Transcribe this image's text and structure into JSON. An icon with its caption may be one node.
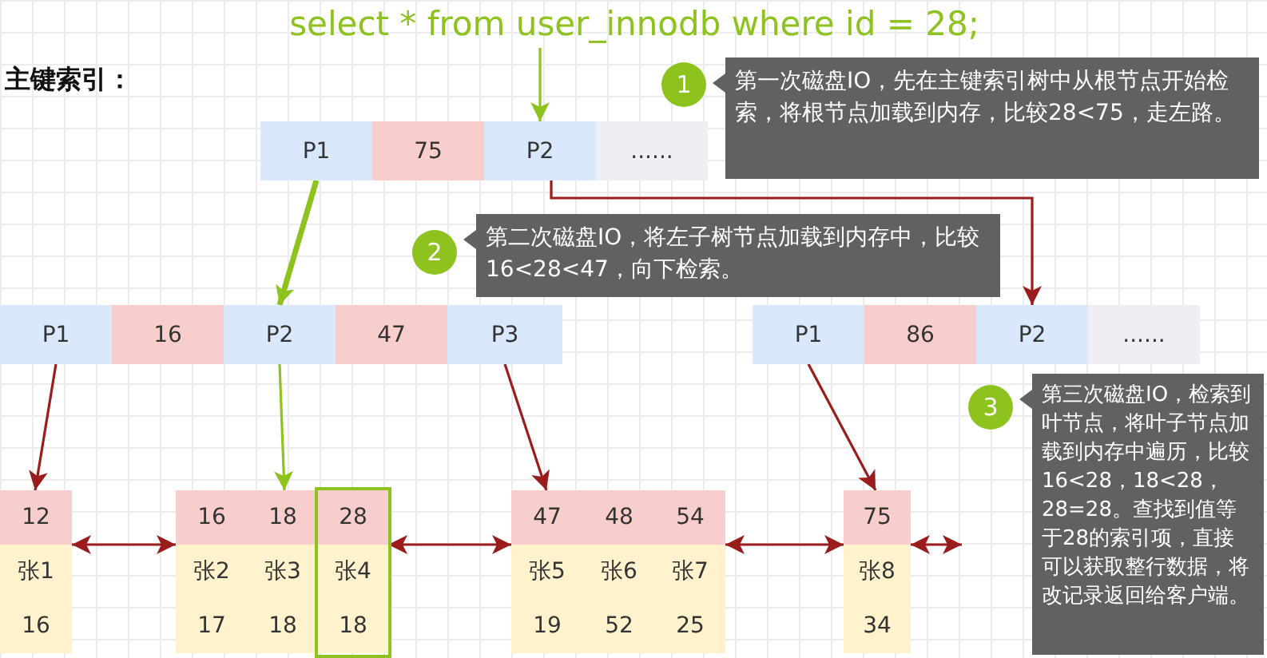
{
  "diagram": {
    "title": "主键索引：",
    "nodes": [
      {
        "text": [
          "select * from user_innodb where id = 28;"
        ]
      },
      {
        "text": [
          "P1"
        ]
      },
      {
        "text": [
          "75"
        ]
      },
      {
        "text": [
          "P2"
        ]
      },
      {
        "text": [
          "......"
        ]
      },
      {
        "text": [
          "P1"
        ]
      },
      {
        "text": [
          "16"
        ]
      },
      {
        "text": [
          "P2"
        ]
      },
      {
        "text": [
          "47"
        ]
      },
      {
        "text": [
          "P3"
        ]
      },
      {
        "text": [
          "P1"
        ]
      },
      {
        "text": [
          "86"
        ]
      },
      {
        "text": [
          "P2"
        ]
      },
      {
        "text": [
          "......"
        ]
      },
      {
        "text": [
          "12",
          "张1",
          "16"
        ]
      },
      {
        "text": [
          "16",
          "张2",
          "17"
        ]
      },
      {
        "text": [
          "18",
          "张3",
          "18"
        ]
      },
      {
        "text": [
          "28",
          "张4",
          "18"
        ]
      },
      {
        "text": [
          "47",
          "张5",
          "19"
        ]
      },
      {
        "text": [
          "48",
          "张6",
          "52"
        ]
      },
      {
        "text": [
          "54",
          "张7",
          "25"
        ]
      },
      {
        "text": [
          "75",
          "张8",
          "34"
        ]
      },
      {
        "text": [
          "1"
        ]
      },
      {
        "text": [
          "第一次磁盘IO，先在主键索引树中从根节点开始检索，将根节点加载到内存，比较28<75，走左路。"
        ]
      },
      {
        "text": [
          "2"
        ]
      },
      {
        "text": [
          "第二次磁盘IO，将左子树节点加载到内存中，比较16<28<47，向下检索。"
        ]
      },
      {
        "text": [
          "3"
        ]
      },
      {
        "text": [
          "第三次磁盘IO，检索到叶节点，将叶子节点加载到内存中遍历，比较16<28，18<28，28=28。查找到值等于28的索引项，直接可以获取整行数据，将改记录返回给客户端。"
        ]
      }
    ],
    "edges": [
      {
        "from": 0,
        "to": 3,
        "arrow": "to",
        "color": "#8dc21f"
      },
      {
        "from": 1,
        "to": 7,
        "arrow": "to",
        "color": "#8dc21f",
        "style": "thick"
      },
      {
        "from": 3,
        "to": 12,
        "arrow": "to"
      },
      {
        "from": 5,
        "to": 14,
        "arrow": "to"
      },
      {
        "from": 7,
        "to": 16,
        "arrow": "to",
        "color": "#8dc21f"
      },
      {
        "from": 9,
        "to": 18,
        "arrow": "to"
      },
      {
        "from": 10,
        "to": 21,
        "arrow": "to"
      },
      {
        "from": 14,
        "to": 15,
        "arrow": "both"
      },
      {
        "from": 17,
        "to": 18,
        "arrow": "both"
      },
      {
        "from": 20,
        "to": 21,
        "arrow": "both"
      },
      {
        "from": 21,
        "to": null,
        "arrow": "both"
      }
    ]
  }
}
